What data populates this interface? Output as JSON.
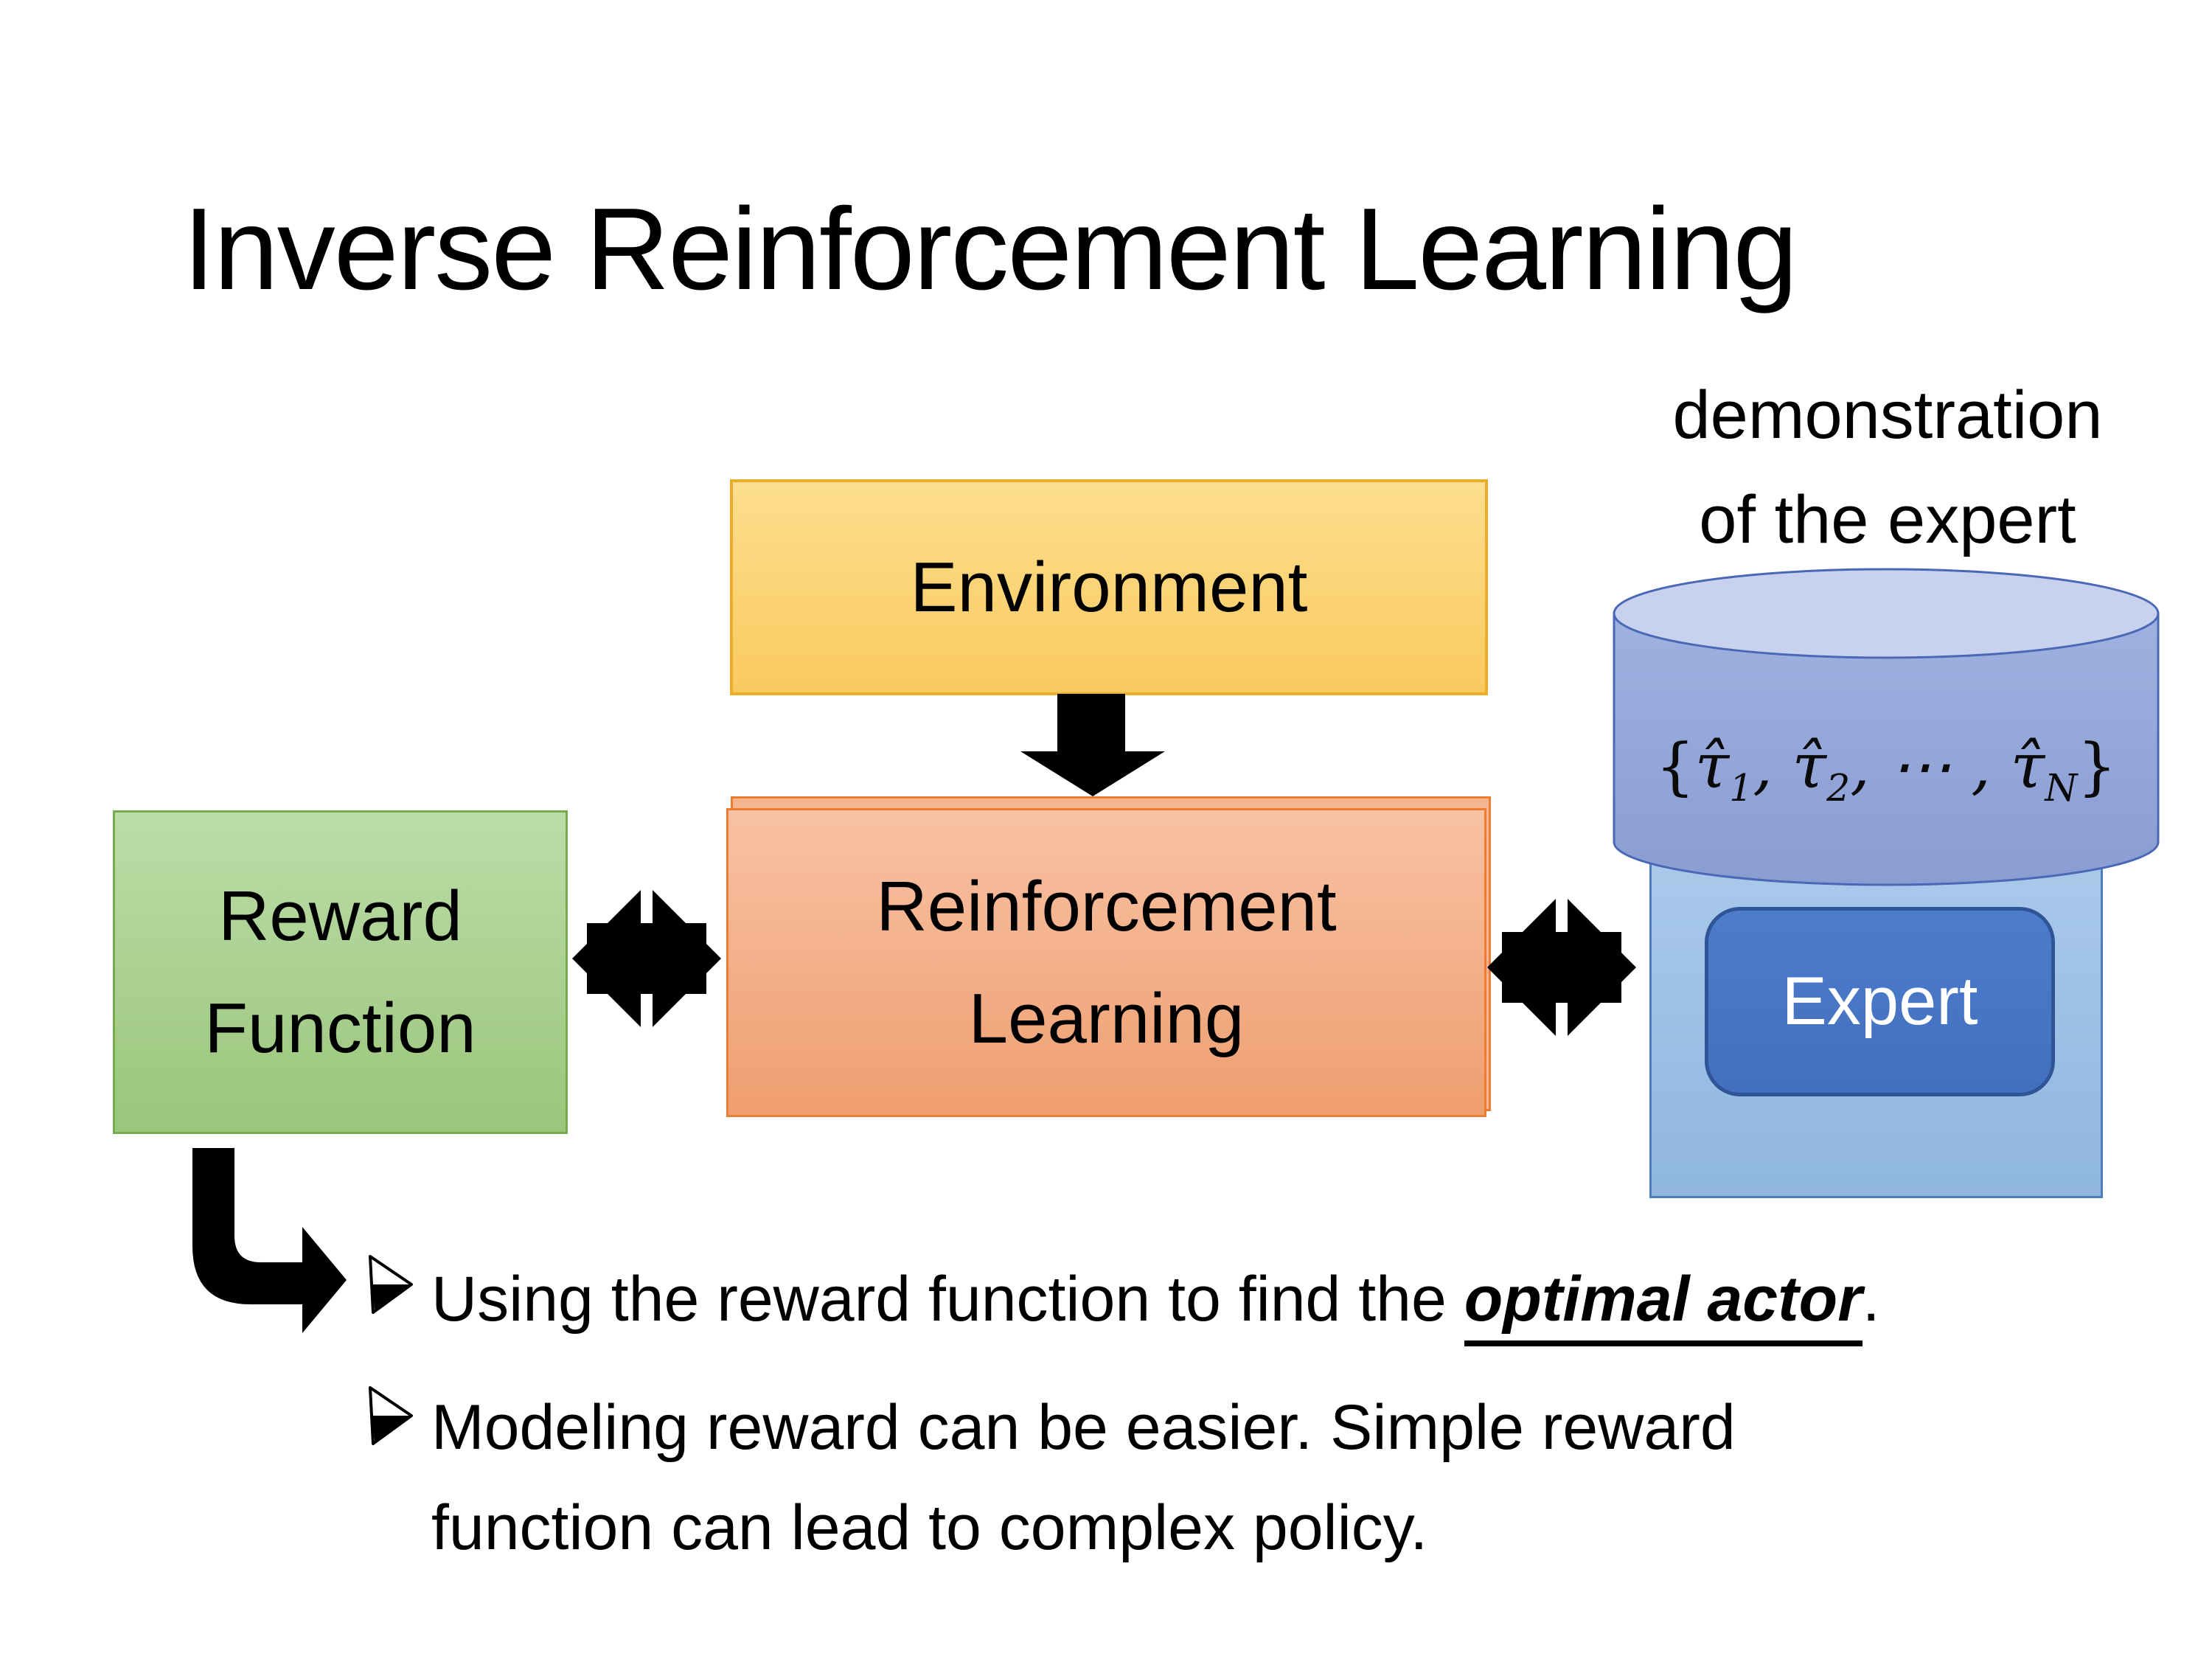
{
  "slide": {
    "title": "Inverse Reinforcement Learning"
  },
  "colors": {
    "env_fill": "#FACA5F",
    "env_border": "#E9AE2B",
    "reward_fill": "#A9CF8C",
    "reward_border": "#76AC4E",
    "rl_fill": "#F2A87E",
    "rl_border": "#ED7D31",
    "cylinder_fill": "#93A6D8",
    "cylinder_top_fill": "#C8D2EE",
    "cylinder_border": "#4A68B5",
    "panel_fill": "#9DC3E6",
    "panel_border": "#4D7EBC",
    "expert_fill": "#4472C4",
    "expert_border": "#2F5597",
    "arrow_color": "#000000"
  },
  "diagram": {
    "demonstration_label": {
      "line1": "demonstration",
      "line2": "of the expert"
    },
    "environment_box": {
      "label": "Environment"
    },
    "reward_box": {
      "line1": "Reward",
      "line2": "Function"
    },
    "rl_box": {
      "line1": "Reinforcement",
      "line2": "Learning"
    },
    "expert_box": {
      "label": "Expert"
    },
    "dataset_cylinder": {
      "formula": {
        "open": "{",
        "tau": "τ̂",
        "sub1": "1",
        "sep1": ", ",
        "sub2": "2",
        "sep2": ", ⋯ , ",
        "subN": "N",
        "close": "}"
      }
    }
  },
  "bullets": {
    "item1": {
      "prefix": "Using the reward function to find the ",
      "emphasis": "optimal actor",
      "suffix": "."
    },
    "item2": {
      "line1": "Modeling reward can be easier. Simple reward",
      "line2": "function can lead to complex policy."
    }
  }
}
